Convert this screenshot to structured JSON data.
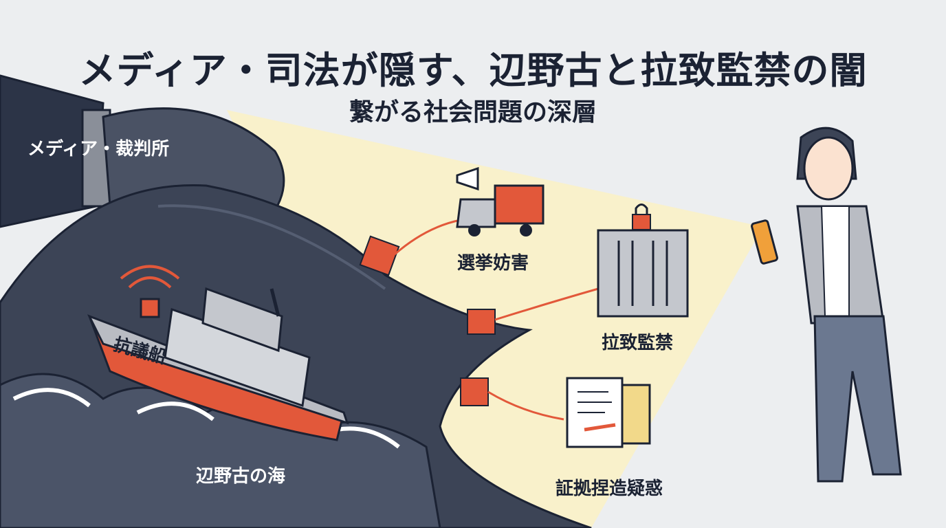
{
  "header": {
    "title": "メディア・司法が隠す、辺野古と拉致監禁の闇",
    "subtitle": "繋がる社会問題の深層"
  },
  "labels": {
    "media_court": "メディア・裁判所",
    "protest_boat": "抗議船",
    "henoko_sea": "辺野古の海",
    "election_obstruction": "選挙妨害",
    "abduction_confinement": "拉致監禁",
    "evidence_fabrication": "証拠捏造疑惑"
  },
  "colors": {
    "background": "#eceef0",
    "dark_cloth": "#3c4456",
    "navy": "#1b2233",
    "accent_orange": "#e2583a",
    "beam": "#fbf1c4"
  }
}
